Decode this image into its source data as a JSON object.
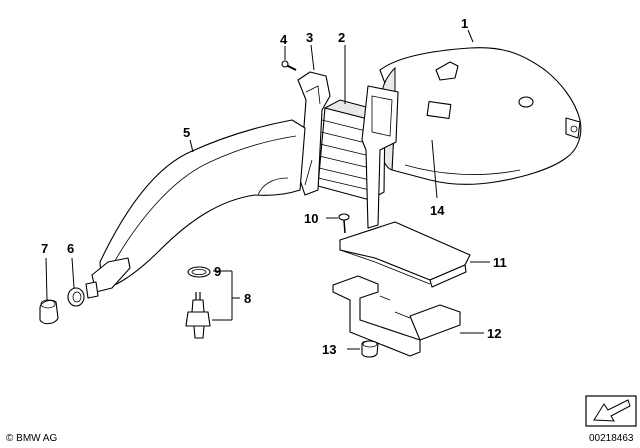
{
  "callouts": {
    "c1": "1",
    "c2": "2",
    "c3": "3",
    "c4": "4",
    "c5": "5",
    "c6": "6",
    "c7": "7",
    "c8": "8",
    "c9": "9",
    "c10": "10",
    "c11": "11",
    "c12": "12",
    "c13": "13",
    "c14": "14"
  },
  "footer": {
    "copyright": "© BMW AG",
    "drawing_number": "00218463"
  }
}
